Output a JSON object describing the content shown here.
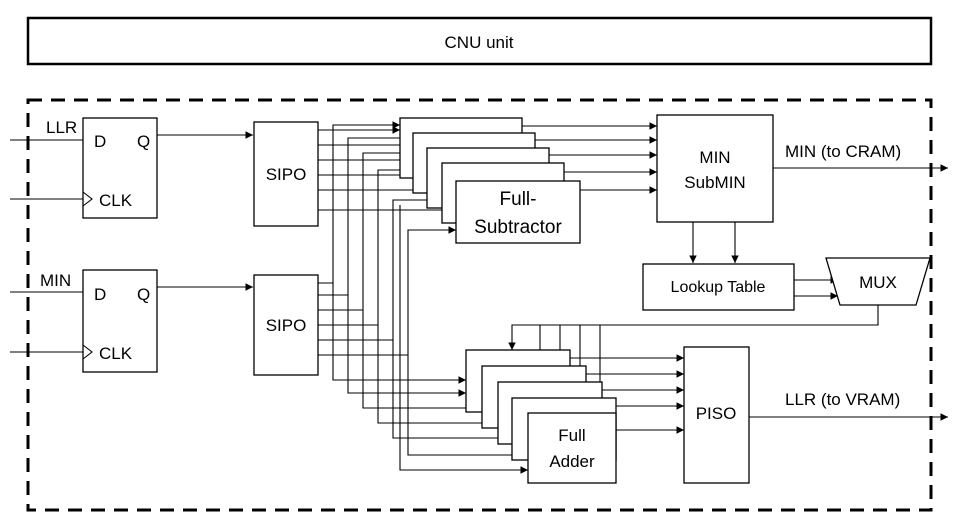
{
  "title": "CNU unit",
  "flipflops": [
    {
      "input": "LLR",
      "d": "D",
      "q": "Q",
      "clk": "CLK"
    },
    {
      "input": "MIN",
      "d": "D",
      "q": "Q",
      "clk": "CLK"
    }
  ],
  "sipo": [
    "SIPO",
    "SIPO"
  ],
  "subtractor": [
    "Full-",
    "Subtractor"
  ],
  "minsub": [
    "MIN",
    "SubMIN"
  ],
  "lookup": "Lookup Table",
  "mux": "MUX",
  "adder": [
    "Full",
    "Adder"
  ],
  "piso": "PISO",
  "outputs": {
    "min": "MIN (to CRAM)",
    "llr": "LLR (to VRAM)"
  }
}
